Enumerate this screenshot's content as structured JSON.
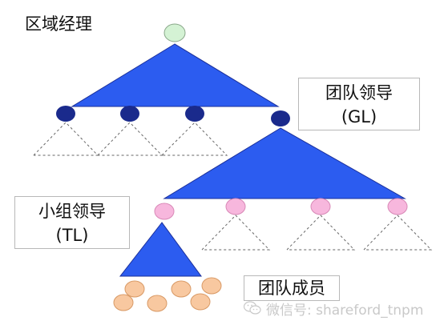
{
  "labels": {
    "regional_manager": "区域经理",
    "team_leader": "团队领导",
    "team_leader_abbr": "(GL)",
    "group_leader": "小组领导",
    "group_leader_abbr": "(TL)",
    "team_members": "团队成员"
  },
  "watermark": {
    "text": "微信号: shareford_tnpm",
    "icon": "wechat-icon"
  },
  "colors": {
    "triangle_fill": "#2c5cf0",
    "triangle_stroke": "#1a2f9a",
    "manager_node": "#d4f2d4",
    "gl_node": "#1a2a8c",
    "tl_node": "#f7b7dd",
    "member_node": "#f8c8a0",
    "dashed_lines": "#666666"
  }
}
